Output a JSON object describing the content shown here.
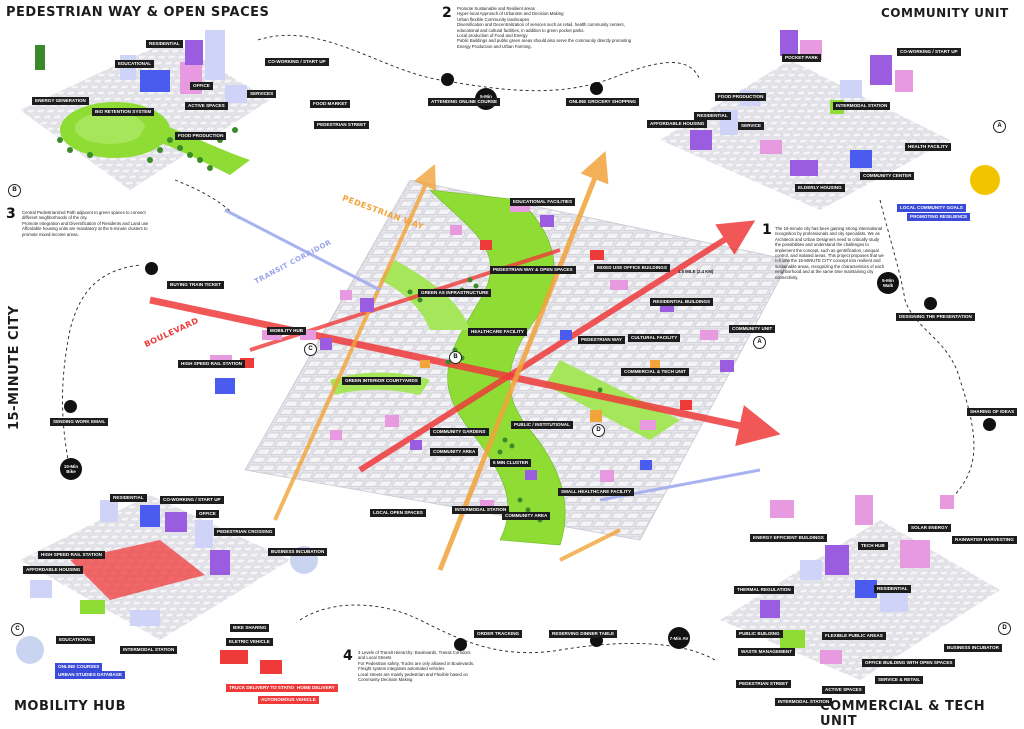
{
  "titles": {
    "pedestrian": "PEDESTRIAN WAY & OPEN SPACES",
    "community": "COMMUNITY UNIT",
    "mobility": "MOBILITY HUB",
    "commercial": "COMMERCIAL & TECH UNIT",
    "city": "15-MINUTE CITY"
  },
  "section2": {
    "number": "2",
    "bullets": [
      "Promote Sustainable and Resilient areas",
      "Hyper-local Approach of Urbanism and Decision Making",
      "Urban flexible Community landscapes",
      "Diversification and Decentralization of services such as retail, health community centers, educational and cultural facilities, in addition to green pocket parks.",
      "Local production of Food and Energy",
      "Public Buildings and public green areas should also serve the community directly promoting Energy Production and Urban Farming."
    ]
  },
  "section3": {
    "number": "3",
    "bullets": [
      "Central Pedestrianized Path adjacent to green spaces to connect different neighborhoods of the city.",
      "Promote Integration and Diversification of Residents and Land use",
      "Affordable housing units are mandatory at the 5-minute clusters to promote mixed-income areas."
    ]
  },
  "section1": {
    "number": "1",
    "text": "The 15-minute city has been gaining strong international recognition by professionals and city specialists. We as Architects and Urban Designers need to critically study the possibilities and understand the challenges to implement the concept, such as gentrification, unequal control, and isolated areas. This project proposes that we reframe the 15-MINUTE CITY concept into resilient and sustainable areas, recognizing the characteristics of each neighborhood and at the same time maintaining city connectivity."
  },
  "section4": {
    "number": "4",
    "bullets": [
      "3 Levels of Transit Hierarchy: Boulevards, Transit Corridors and Local Streets",
      "For Pedestrian safety, Trucks are only allowed in Boulevards. Freight system integrates automated vehicles",
      "Local streets are mainly pedestrian and Flexible based on Community Decision Making"
    ]
  },
  "travel": {
    "light_rail": "5-Min Light Rail",
    "walk": "5-Min Walk",
    "bike": "10-Min Bike",
    "av": "7-Min AV"
  },
  "journey": {
    "online_course": "ATTENDING ONLINE COURSE",
    "grocery": "ONLINE GROCERY SHOPPING",
    "presentation": "DESIGNING THE PRESENTATION",
    "sharing": "SHARING OF IDEAS",
    "buying_ticket": "BUYING TRAIN TICKET",
    "sending_email": "SENDING WORK EMAIL",
    "order_tracking": "ORDER TRACKING",
    "reserving": "RESERVING DINNER TABLE"
  },
  "ped_labels": {
    "residential": "RESIDENTIAL",
    "educational": "EDUCATIONAL",
    "co_working": "CO-WORKING / START UP",
    "office": "OFFICE",
    "energy": "ENERGY GENERATION",
    "bio": "BIO RETENTION SYSTEM",
    "active": "ACTIVE SPACES",
    "services": "SERVICES",
    "food_market": "FOOD MARKET",
    "food_production": "FOOD PRODUCTION",
    "ped_street": "PEDESTRIAN STREET"
  },
  "comm_labels": {
    "pocket_park": "POCKET PARK",
    "co_working": "CO-WORKING / START UP",
    "food_production": "FOOD PRODUCTION",
    "intermodal": "INTERMODAL STATION",
    "residential": "RESIDENTIAL",
    "affordable": "AFFORDABLE HOUSING",
    "service": "SERVICE",
    "health": "HEALTH FACILITY",
    "community_center": "COMMUNITY CENTER",
    "elderly": "ELDERLY HOUSING",
    "local_goals": "LOCAL COMMUNITY GOALS",
    "resilience": "PROMOTING RESILIENCE"
  },
  "map_labels": {
    "educational": "EDUCATIONAL FACILITIES",
    "pedestrian_way": "PEDESTRIAN WAY",
    "transit_corridor": "TRANSIT CORRIDOR",
    "boulevard": "BOULEVARD",
    "ped_open": "PEDESTRIAN WAY & OPEN SPACES",
    "mixed_use": "MIXED USE OFFICE BUILDINGS",
    "scale": "1.5 MILE (2.4 KM)",
    "green_infra": "GREEN AS INFRASTRUCTURE",
    "residential": "RESIDENTIAL BUILDINGS",
    "mobility_hub": "MOBILITY HUB",
    "healthcare": "HEALTHCARE FACILITY",
    "ped_way2": "PEDESTRIAN WAY",
    "cultural": "CULTURAL FACILITY",
    "community_unit": "COMMUNITY UNIT",
    "hsr": "HIGH SPEED RAIL STATION",
    "green_courtyards": "GREEN INTERIOR COURTYARDS",
    "commercial_tech": "COMMERCIAL & TECH UNIT",
    "public_inst": "PUBLIC / INSTITUTIONAL",
    "community_gardens": "COMMUNITY GARDENS",
    "community_area": "COMMUNITY AREA",
    "five_min": "5 MIN CLUSTER",
    "small_health": "SMALL HEALTHCARE FACILITY",
    "local_open": "LOCAL OPEN SPACES",
    "intermodal": "INTERMODAL STATION",
    "community_area2": "COMMUNITY AREA"
  },
  "mob_labels": {
    "residential": "RESIDENTIAL",
    "co_working": "CO-WORKING / START UP",
    "office": "OFFICE",
    "ped_crossing": "PEDESTRIAN CROSSING",
    "business": "BUSINESS INCUBATION",
    "hsr": "HIGH SPEED RAIL STATION",
    "affordable": "AFFORDABLE HOUSING",
    "educational": "EDUCATIONAL",
    "online_courses": "ONLINE COURSES",
    "urban_data": "URBAN STUDIES DATABASE",
    "bike": "BIKE SHARING",
    "electric": "ELETRIC VEHICLE",
    "intermodal": "INTERMODAL STATION",
    "truck": "TRUCK DELIVERY TO STATION",
    "autonomous": "AUTONOMOUS VEHICLE",
    "home": "HOME DELIVERY"
  },
  "tech_labels": {
    "solar": "SOLAR ENERGY",
    "energy_eff": "ENERGY EFFICIENT BUILDINGS",
    "rainwater": "RAINWATER HARVESTING",
    "tech_hub": "TECH HUB",
    "residential": "RESIDENTIAL",
    "thermal": "THERMAL REGULATION",
    "public_building": "PUBLIC BUILDING",
    "flexible": "FLEXIBLE PUBLIC AREAS",
    "waste": "WASTE MANAGEMENT",
    "business": "BUSINESS INCUBATOR",
    "office_open": "OFFICE BUILDING WITH OPEN SPACES",
    "service": "SERVICE & RETAIL",
    "ped_street": "PEDESTRIAN STREET",
    "active": "ACTIVE SPACES",
    "intermodal": "INTERMODAL STATION"
  },
  "letters": {
    "a": "A",
    "b": "B",
    "c": "C",
    "d": "D"
  },
  "colors": {
    "green": "#8fdc34",
    "pink": "#e79ae0",
    "purple": "#9b5de0",
    "blue": "#4a5cf0",
    "red": "#ef3a3a",
    "orange": "#f2a33a",
    "grey": "#d9d9de"
  }
}
